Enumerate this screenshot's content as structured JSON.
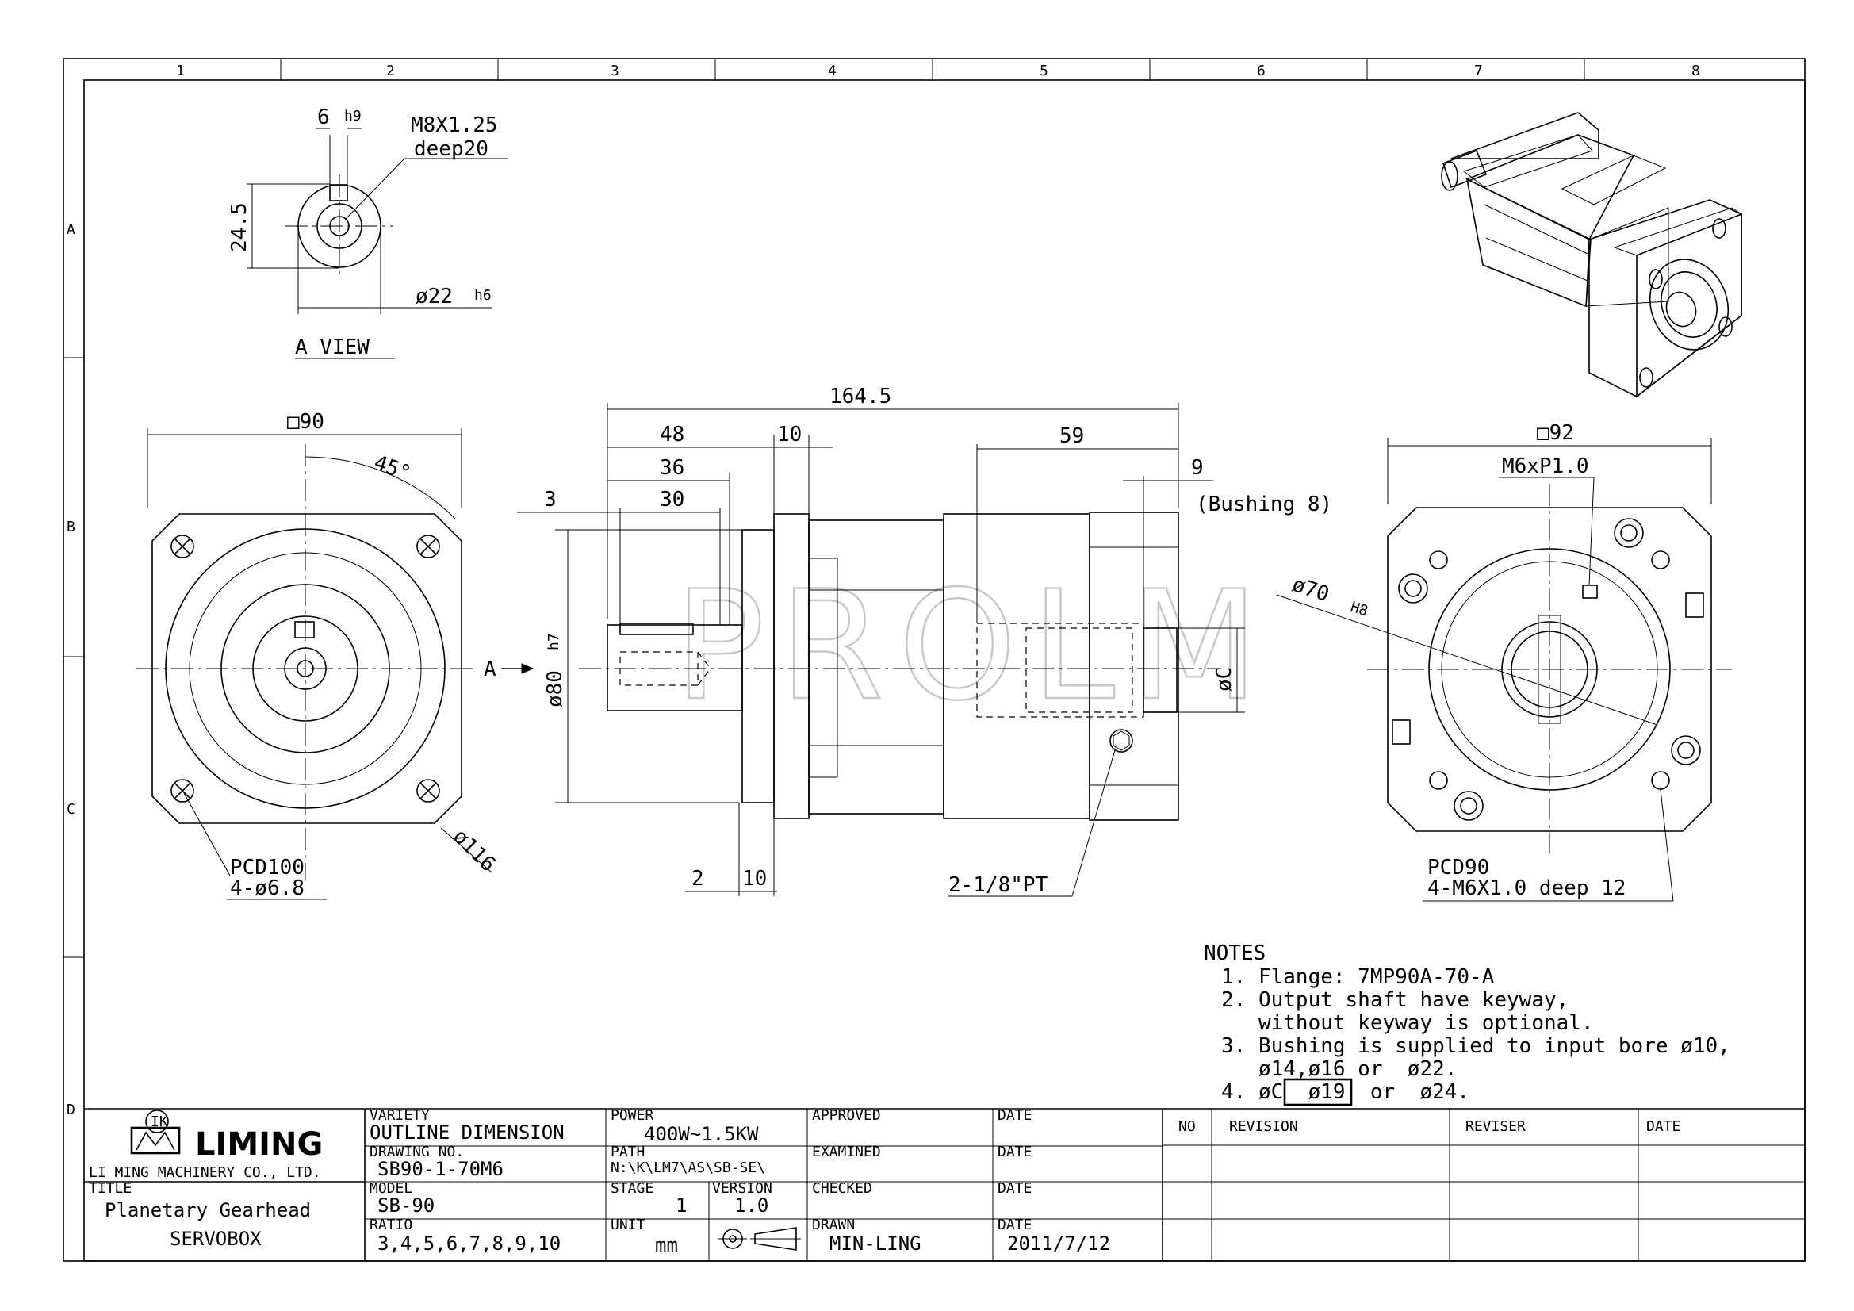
{
  "zones": {
    "cols": [
      "1",
      "2",
      "3",
      "4",
      "5",
      "6",
      "7",
      "8"
    ],
    "rows": [
      "A",
      "B",
      "C",
      "D"
    ]
  },
  "watermark": "PROLM",
  "a_view": {
    "key_width": "6",
    "key_tol": "h9",
    "thread": "M8X1.25",
    "thread_depth": "deep20",
    "height": "24.5",
    "shaft_dia": "ø22",
    "shaft_tol": "h6",
    "title": "A VIEW"
  },
  "front_view": {
    "square": "□90",
    "angle": "45°",
    "dia_116": "ø116",
    "pcd": "PCD100",
    "holes": "4-ø6.8",
    "arrow_label": "A"
  },
  "side_view": {
    "overall": "164.5",
    "d48": "48",
    "d10": "10",
    "d36": "36",
    "d30": "30",
    "d3": "3",
    "d59": "59",
    "d9": "9",
    "bushing": "(Bushing 8)",
    "spigot": "ø80",
    "spigot_tol": "h7",
    "input_dia": "øC",
    "d2": "2",
    "d10b": "10",
    "thread": "2-1/8\"PT"
  },
  "rear_view": {
    "square": "□92",
    "tap": "M6xP1.0",
    "bore": "ø70",
    "bore_tol": "H8",
    "pcd": "PCD90",
    "holes": "4-M6X1.0  deep 12"
  },
  "notes": {
    "title": "NOTES",
    "lines": [
      "1. Flange: 7MP90A-70-A",
      "2. Output shaft have keyway,",
      "   without keyway is optional.",
      "3. Bushing is supplied to input bore ø10,",
      "   ø14,ø16 or  ø22.",
      "4. øC  ø19  or  ø24."
    ],
    "highlight": "ø19"
  },
  "title_block": {
    "company": "LIMING",
    "company_full": "LI MING MACHINERY CO., LTD.",
    "title_label": "TITLE",
    "title_1": "Planetary Gearhead",
    "title_2": "SERVOBOX",
    "variety_label": "VARIETY",
    "variety": "OUTLINE DIMENSION",
    "drawing_no_label": "DRAWING NO.",
    "drawing_no": "SB90-1-70M6",
    "model_label": "MODEL",
    "model": "SB-90",
    "ratio_label": "RATIO",
    "ratio": "3,4,5,6,7,8,9,10",
    "power_label": "POWER",
    "power": "400W~1.5KW",
    "path_label": "PATH",
    "path": "N:\\K\\LM7\\AS\\SB-SE\\",
    "stage_label": "STAGE",
    "stage": "1",
    "version_label": "VERSION",
    "version": "1.0",
    "unit_label": "UNIT",
    "unit": "mm",
    "approved": "APPROVED",
    "examined": "EXAMINED",
    "checked": "CHECKED",
    "drawn_label": "DRAWN",
    "drawn": "MIN-LING",
    "date_label": "DATE",
    "date": "2011/7/12",
    "no": "NO",
    "revision": "REVISION",
    "reviser": "REVISER",
    "rev_date": "DATE"
  }
}
